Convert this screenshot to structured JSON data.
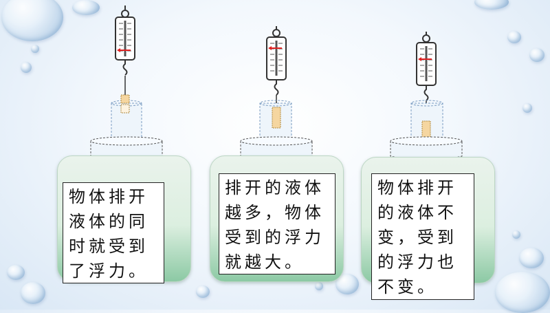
{
  "panels": [
    {
      "lines": [
        "物体排开",
        "液体的同",
        "时就受到",
        "了浮力。"
      ]
    },
    {
      "lines": [
        "排开的液体",
        "越多，物体",
        "受到的浮力",
        "就越大。"
      ]
    },
    {
      "lines": [
        "物体排开",
        "的液体不",
        "变，受到",
        "的浮力也",
        "不变。"
      ]
    }
  ],
  "colors": {
    "arrow": "#e02020",
    "card_bottom": "#8cc9a4",
    "block": "#f5d6a0"
  }
}
